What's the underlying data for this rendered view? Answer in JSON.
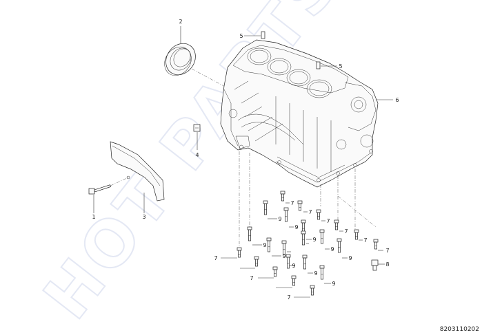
{
  "diagram": {
    "watermark_text": "HOT PARTS",
    "reference_code": "8203110202",
    "callouts": [
      {
        "id": "c1",
        "text": "1"
      },
      {
        "id": "c2",
        "text": "2"
      },
      {
        "id": "c3",
        "text": "3"
      },
      {
        "id": "c4",
        "text": "4"
      },
      {
        "id": "c5a",
        "text": "5"
      },
      {
        "id": "c5b",
        "text": "5"
      },
      {
        "id": "c6",
        "text": "6"
      },
      {
        "id": "c8",
        "text": "8"
      },
      {
        "id": "c7a",
        "text": "7"
      },
      {
        "id": "c7b",
        "text": "7"
      },
      {
        "id": "c7c",
        "text": "7"
      },
      {
        "id": "c7d",
        "text": "7"
      },
      {
        "id": "c7e",
        "text": "7"
      },
      {
        "id": "c7f",
        "text": "7"
      },
      {
        "id": "c7g",
        "text": "7"
      },
      {
        "id": "c7h",
        "text": "7"
      },
      {
        "id": "c7i",
        "text": "7"
      },
      {
        "id": "c9a",
        "text": "9"
      },
      {
        "id": "c9b",
        "text": "9"
      },
      {
        "id": "c9c",
        "text": "9"
      },
      {
        "id": "c9d",
        "text": "9"
      },
      {
        "id": "c9e",
        "text": "9"
      },
      {
        "id": "c9f",
        "text": "9"
      },
      {
        "id": "c9g",
        "text": "9"
      },
      {
        "id": "c9h",
        "text": "9"
      },
      {
        "id": "c9i",
        "text": "9"
      },
      {
        "id": "c9j",
        "text": "9"
      }
    ]
  }
}
